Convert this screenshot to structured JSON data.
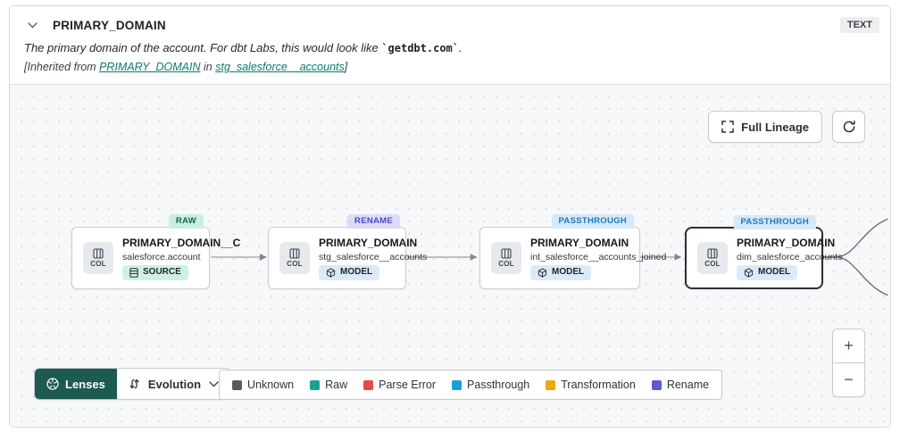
{
  "header": {
    "title": "PRIMARY_DOMAIN",
    "type_badge": "TEXT",
    "description_prefix": "The primary domain of the account. For dbt Labs, this would look like ",
    "description_code": "`getdbt.com`",
    "description_suffix": ".",
    "inherited_prefix": "[Inherited from ",
    "inherited_link_column": "PRIMARY_DOMAIN",
    "inherited_middle": " in ",
    "inherited_link_model": "stg_salesforce__accounts",
    "inherited_suffix": "]"
  },
  "canvas": {
    "controls": {
      "full_lineage_label": "Full Lineage"
    },
    "nodes": [
      {
        "state_badge": "RAW",
        "title": "PRIMARY_DOMAIN__C",
        "subtitle": "salesforce.account",
        "kind": "SOURCE",
        "col_label": "COL"
      },
      {
        "state_badge": "RENAME",
        "title": "PRIMARY_DOMAIN",
        "subtitle": "stg_salesforce__accounts",
        "kind": "MODEL",
        "col_label": "COL"
      },
      {
        "state_badge": "PASSTHROUGH",
        "title": "PRIMARY_DOMAIN",
        "subtitle": "int_salesforce__accounts_joined",
        "kind": "MODEL",
        "col_label": "COL"
      },
      {
        "state_badge": "PASSTHROUGH",
        "title": "PRIMARY_DOMAIN",
        "subtitle": "dim_salesforce_accounts",
        "kind": "MODEL",
        "col_label": "COL"
      }
    ]
  },
  "toolbar": {
    "lenses_label": "Lenses",
    "lens_value": "Evolution",
    "legend": [
      {
        "label": "Unknown",
        "color": "#565b62"
      },
      {
        "label": "Raw",
        "color": "#16a394"
      },
      {
        "label": "Parse Error",
        "color": "#e5484d"
      },
      {
        "label": "Passthrough",
        "color": "#14a0dc"
      },
      {
        "label": "Transformation",
        "color": "#f2a50c"
      },
      {
        "label": "Rename",
        "color": "#5b5bd6"
      }
    ]
  },
  "zoom": {
    "in": "+",
    "out": "−"
  }
}
